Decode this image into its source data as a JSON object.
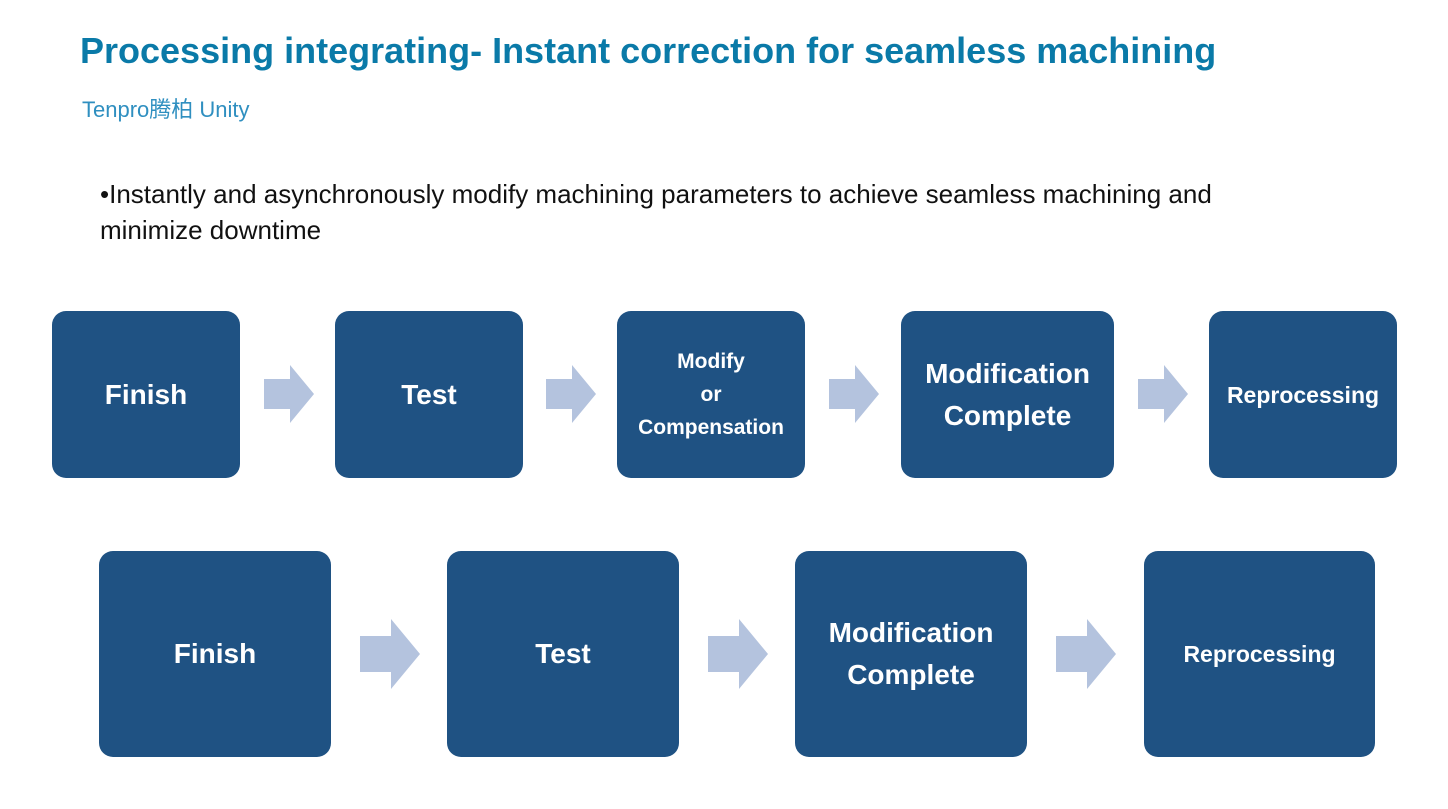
{
  "header": {
    "title": "Processing integrating- Instant correction for seamless machining",
    "brand": "Tenpro腾柏 Unity"
  },
  "bullet": {
    "text": "•Instantly and asynchronously modify machining parameters to achieve seamless machining and minimize downtime"
  },
  "flow_top": {
    "steps": [
      {
        "lines": [
          "Finish"
        ]
      },
      {
        "lines": [
          "Test"
        ]
      },
      {
        "lines": [
          "Modify",
          "or",
          "Compensation"
        ]
      },
      {
        "lines": [
          "Modification",
          "Complete"
        ]
      },
      {
        "lines": [
          "Reprocessing"
        ]
      }
    ]
  },
  "flow_bottom": {
    "steps": [
      {
        "lines": [
          "Finish"
        ]
      },
      {
        "lines": [
          "Test"
        ]
      },
      {
        "lines": [
          "Modification",
          "Complete"
        ]
      },
      {
        "lines": [
          "Reprocessing"
        ]
      }
    ]
  },
  "colors": {
    "box": "#1f5283",
    "arrow": "#b4c3de",
    "title": "#0a7aa8"
  }
}
